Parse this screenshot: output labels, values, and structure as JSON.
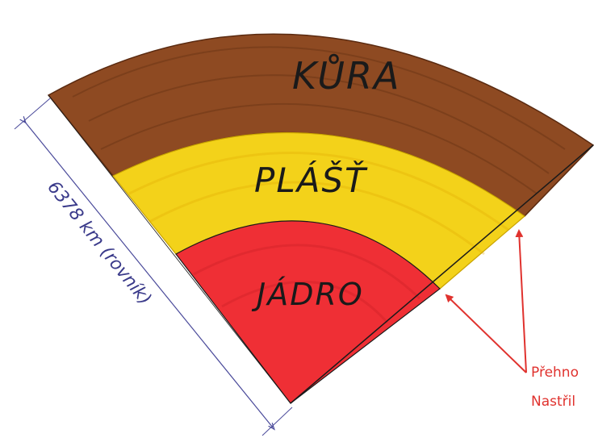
{
  "layers": {
    "crust": {
      "label": "KŮRA",
      "color": "#8e4a22",
      "shade": "#6f3415"
    },
    "mantle": {
      "label": "PLÁŠŤ",
      "color": "#f3d21a",
      "shade": "#e6b80e"
    },
    "core": {
      "label": "JÁDRO",
      "color": "#ef2f35",
      "shade": "#d8242b"
    }
  },
  "dimension": {
    "label": "6378 km (rovník)",
    "color": "#4a4a9a"
  },
  "annotation": {
    "line1": "Přehno",
    "line2": "Nastřil",
    "color": "#e0322e"
  }
}
